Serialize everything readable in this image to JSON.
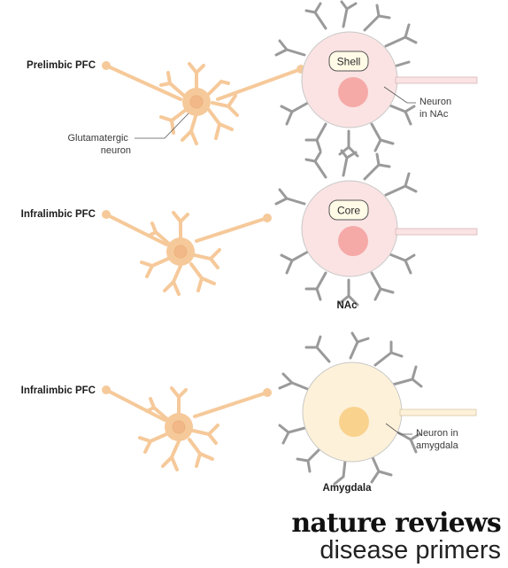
{
  "panels": [
    {
      "source_label": "Prelimbic PFC",
      "region_tag": "Shell",
      "callout_lines": [
        "Neuron",
        "in NAc"
      ],
      "source_callout_lines": [
        "Glutamatergic",
        "neuron"
      ],
      "region_label": ""
    },
    {
      "source_label": "Infralimbic PFC",
      "region_tag": "Core",
      "callout_lines": [],
      "source_callout_lines": [],
      "region_label": "NAc"
    },
    {
      "source_label": "Infralimbic PFC",
      "region_tag": "",
      "callout_lines": [
        "Neuron in",
        "amygdala"
      ],
      "source_callout_lines": [],
      "region_label": "Amygdala"
    }
  ],
  "brand": {
    "line1": "nature reviews",
    "line2": "disease primers"
  },
  "colors": {
    "glutamatergic_neuron": "#f6c99a",
    "glutamatergic_outline": "#e3a66b",
    "nac_neuron": "#fbe3e3",
    "nac_outline": "#bdbdbd",
    "nac_nucleus": "#f5aaa8",
    "amygdala_neuron": "#fdf1d9",
    "amygdala_nucleus": "#f9d28e"
  }
}
